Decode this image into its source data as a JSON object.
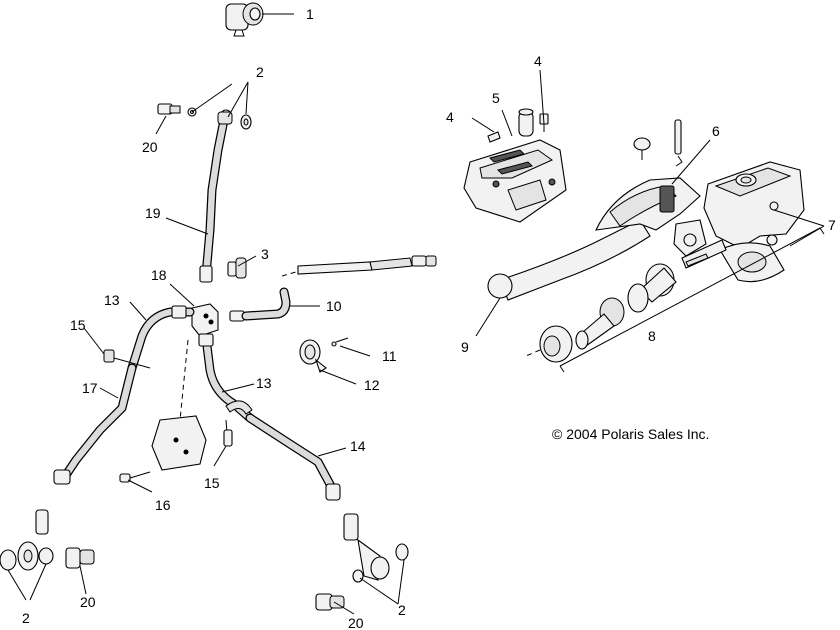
{
  "diagram": {
    "callouts": {
      "c1": "1",
      "c2a": "2",
      "c2b": "2",
      "c2c": "2",
      "c3": "3",
      "c4a": "4",
      "c4b": "4",
      "c5": "5",
      "c6": "6",
      "c7": "7",
      "c8": "8",
      "c9": "9",
      "c10": "10",
      "c11": "11",
      "c12": "12",
      "c13a": "13",
      "c13b": "13",
      "c14": "14",
      "c15a": "15",
      "c15b": "15",
      "c16": "16",
      "c17": "17",
      "c18": "18",
      "c19": "19",
      "c20a": "20",
      "c20b": "20",
      "c20c": "20"
    },
    "copyright": "© 2004 Polaris Sales Inc."
  }
}
